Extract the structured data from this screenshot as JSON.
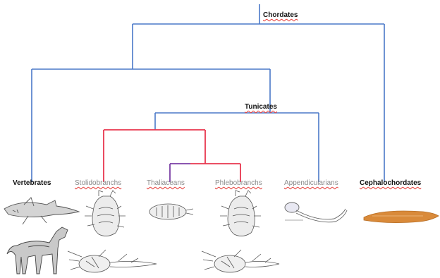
{
  "nodes": {
    "chordates": "Chordates",
    "tunicates": "Tunicates"
  },
  "taxa": {
    "vertebrates": "Vertebrates",
    "stolidobranchs": "Stolidobranchs",
    "thaliaceans": "Thaliaceans",
    "phlebobranchs": "Phlebobranchs",
    "appendicularians": "Appendicularians",
    "cephalochordates": "Cephalochordates"
  },
  "colors": {
    "blue_branch": "#4a78c8",
    "red_branch": "#e8364e",
    "purple_branch": "#7b3fa6",
    "lancelet": "#d98a3a",
    "sketch": "#555555"
  },
  "illustrations": [
    "shark-icon",
    "dog-icon",
    "ascidian-icon",
    "salp-icon",
    "appendicularian-icon",
    "lancelet-icon",
    "ascidian-larva-icon"
  ]
}
